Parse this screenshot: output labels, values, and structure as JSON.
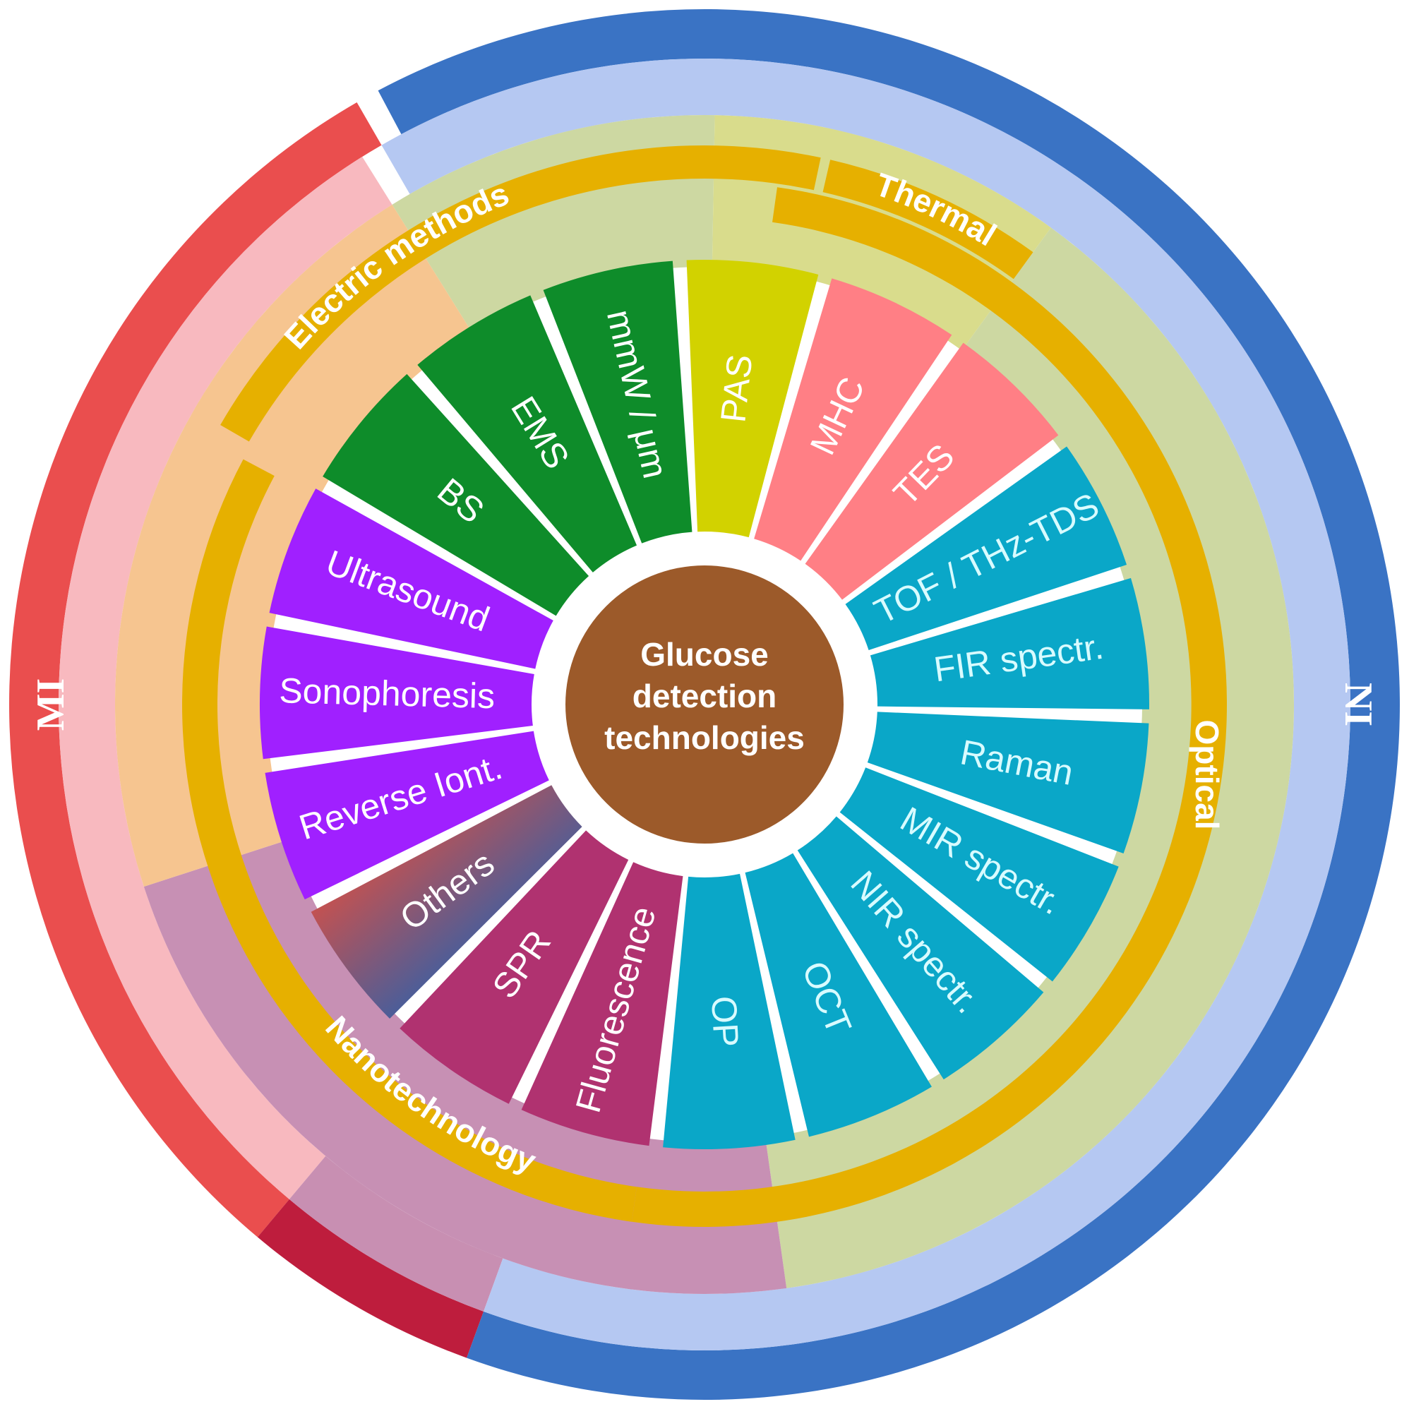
{
  "center": {
    "lines": [
      "Glucose",
      "detection",
      "technologies"
    ],
    "color": "#9c5a2a"
  },
  "outer_rings": [
    {
      "label": "MI",
      "dark": "#ea4e4e",
      "light": "#f8b9bf"
    },
    {
      "label": "NI",
      "dark": "#3a73c4",
      "light": "#b5c8f2"
    }
  ],
  "categories": [
    {
      "label": "Electric methods",
      "bg": "#cdd8a2"
    },
    {
      "label": "Thermal",
      "bg": "#d9dc8c"
    },
    {
      "label": "Optical",
      "bg": "#cdd8a2"
    },
    {
      "label": "Nanotechnology",
      "bg": "#c790b4"
    }
  ],
  "colors": {
    "gold_band": "#e6b000",
    "electric": "#0e8c2a",
    "pas": "#d2d200",
    "thermal": "#ff7f85",
    "optical": "#0aa7c8",
    "nano_spr": "#b03270",
    "mechanical": "#a020ff",
    "others_from": "#e94e3a",
    "others_to": "#0a64c0"
  },
  "segments": [
    {
      "label": "Ultrasound",
      "group": "mechanical"
    },
    {
      "label": "BS",
      "group": "electric"
    },
    {
      "label": "EMS",
      "group": "electric"
    },
    {
      "label": "mmW / μm",
      "group": "electric"
    },
    {
      "label": "PAS",
      "group": "pas"
    },
    {
      "label": "MHC",
      "group": "thermal"
    },
    {
      "label": "TES",
      "group": "thermal"
    },
    {
      "label": "TOF / THz-TDS",
      "group": "optical"
    },
    {
      "label": "FIR spectr.",
      "group": "optical"
    },
    {
      "label": "Raman",
      "group": "optical"
    },
    {
      "label": "MIR spectr.",
      "group": "optical"
    },
    {
      "label": "NIR spectr.",
      "group": "optical"
    },
    {
      "label": "OCT",
      "group": "optical"
    },
    {
      "label": "OP",
      "group": "optical"
    },
    {
      "label": "Fluorescence",
      "group": "nano_spr"
    },
    {
      "label": "SPR",
      "group": "nano_spr"
    },
    {
      "label": "Others",
      "group": "others"
    },
    {
      "label": "Reverse Iont.",
      "group": "mechanical"
    },
    {
      "label": "Sonophoresis",
      "group": "mechanical"
    }
  ]
}
